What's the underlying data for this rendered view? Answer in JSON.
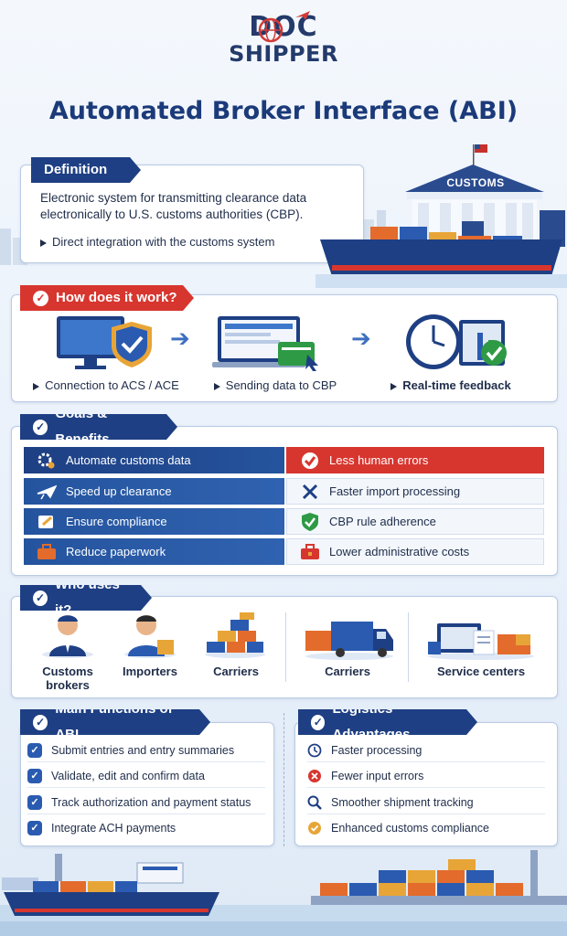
{
  "logo": {
    "top": "DOC",
    "bottom": "SHIPPER"
  },
  "title": "Automated Broker Interface (ABI)",
  "definition": {
    "heading": "Definition",
    "text_line1": "Electronic system for transmitting clearance data",
    "text_line2": "electronically to U.S. customs authorities (CBP).",
    "bullet": "Direct integration with the customs system",
    "building_sign": "CUSTOMS"
  },
  "how": {
    "heading": "How does it work?",
    "steps": [
      {
        "label": "Connection to ACS / ACE"
      },
      {
        "label": "Sending data to CBP"
      },
      {
        "label": "Real-time feedback"
      }
    ]
  },
  "goals": {
    "heading": "Goals & Benefits",
    "rows": [
      {
        "left": "Automate customs data",
        "right": "Less human errors"
      },
      {
        "left": "Speed up clearance",
        "right": "Faster import processing"
      },
      {
        "left": "Ensure compliance",
        "right": "CBP rule adherence"
      },
      {
        "left": "Reduce paperwork",
        "right": "Lower administrative costs"
      }
    ]
  },
  "users": {
    "heading": "Who uses it?",
    "items": [
      {
        "label_line1": "Customs",
        "label_line2": "brokers"
      },
      {
        "label_line1": "Importers",
        "label_line2": ""
      },
      {
        "label_line1": "Carriers",
        "label_line2": ""
      },
      {
        "label_line1": "Carriers",
        "label_line2": ""
      },
      {
        "label_line1": "Service centers",
        "label_line2": ""
      }
    ]
  },
  "functions": {
    "heading": "Main Functions of ABI",
    "items": [
      "Submit entries and entry summaries",
      "Validate, edit and confirm data",
      "Track authorization and payment status",
      "Integrate ACH payments"
    ]
  },
  "advantages": {
    "heading": "Logistics Advantages",
    "items": [
      "Faster processing",
      "Fewer input errors",
      "Smoother shipment tracking",
      "Enhanced customs compliance"
    ]
  },
  "colors": {
    "navy": "#1e3f83",
    "red": "#d7362f",
    "blue": "#2a5bb0"
  }
}
